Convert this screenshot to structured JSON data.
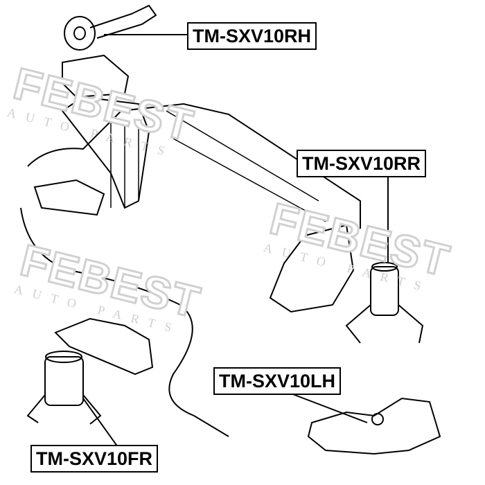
{
  "watermark": {
    "brand": "FEBEST",
    "sub": "AUTO PARTS"
  },
  "parts": [
    {
      "id": "rh",
      "label": "TM-SXV10RH"
    },
    {
      "id": "rr",
      "label": "TM-SXV10RR"
    },
    {
      "id": "lh",
      "label": "TM-SXV10LH"
    },
    {
      "id": "fr",
      "label": "TM-SXV10FR"
    }
  ]
}
